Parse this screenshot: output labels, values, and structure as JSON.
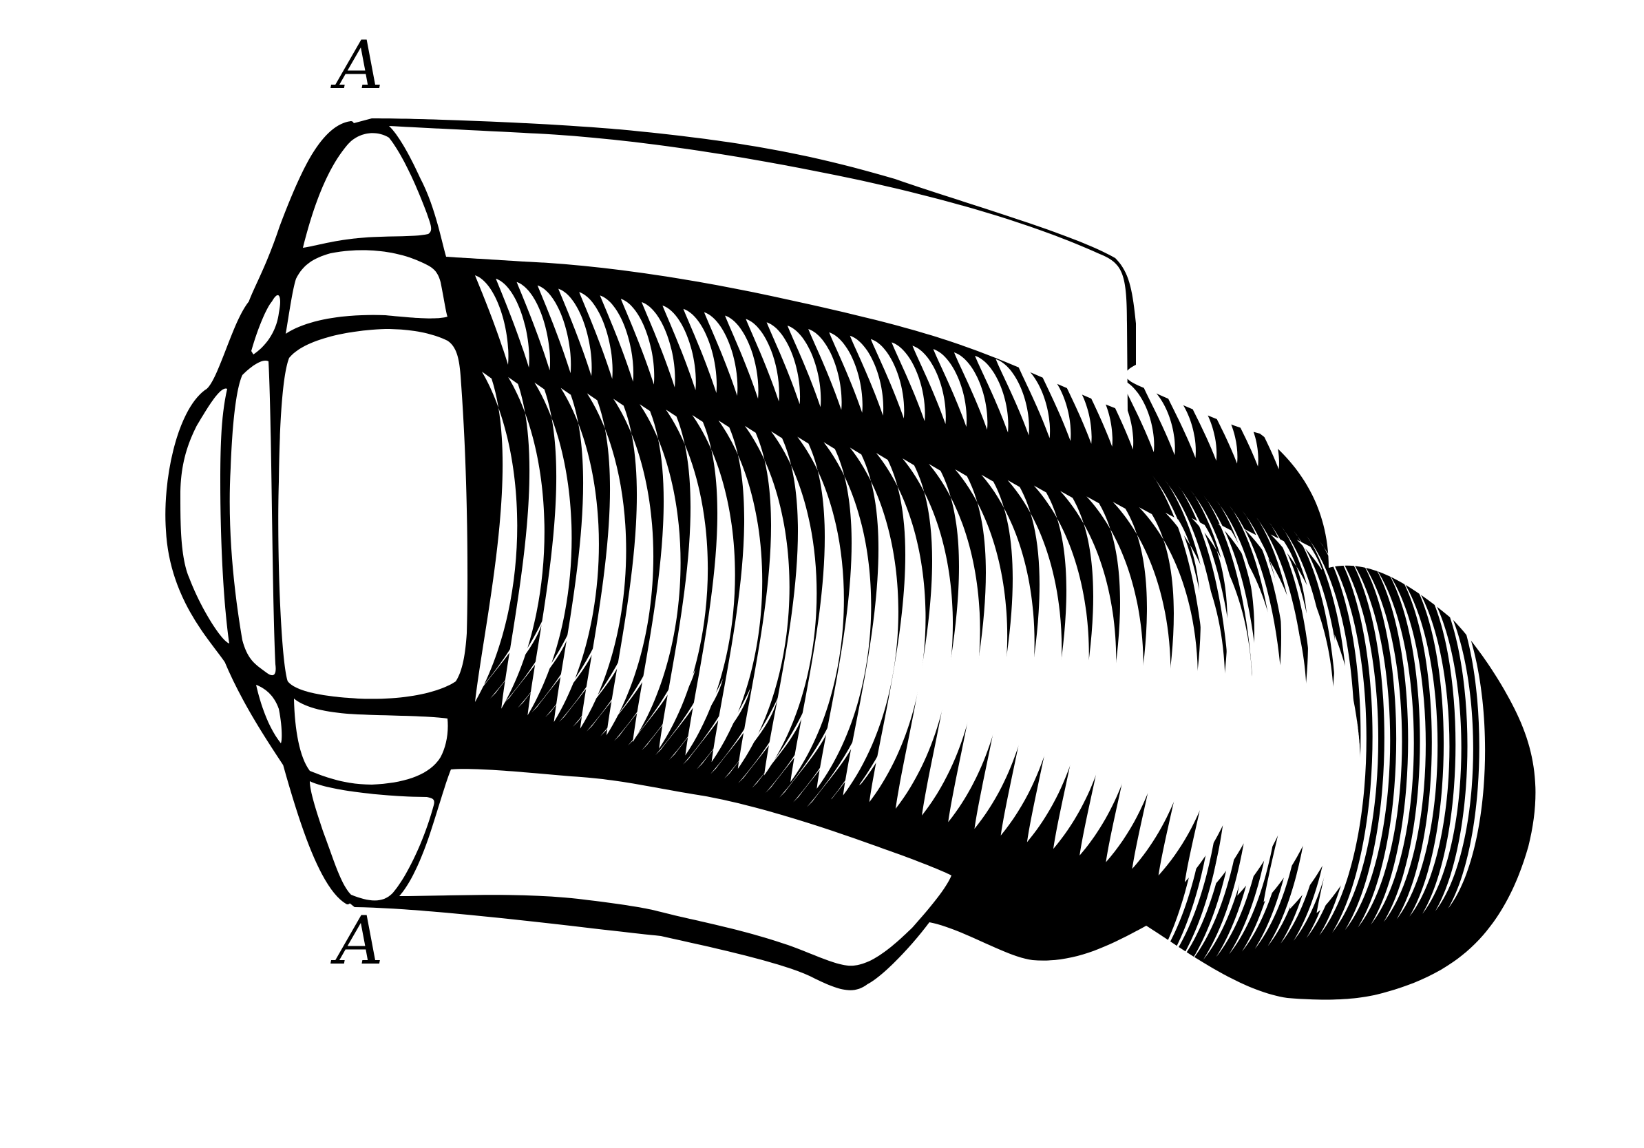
{
  "figure": {
    "labels": {
      "top": "A",
      "bottom": "A"
    },
    "colors": {
      "ink": "#000000",
      "paper": "#ffffff"
    },
    "section_band_count": 34
  }
}
